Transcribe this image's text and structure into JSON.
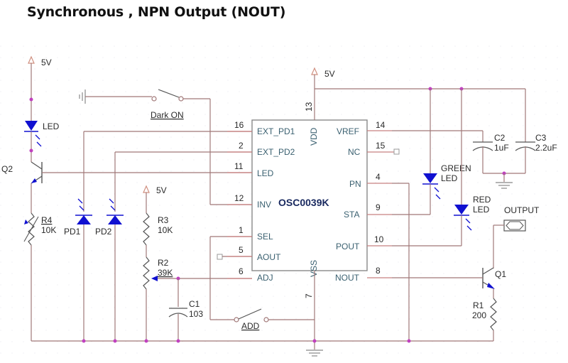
{
  "title": "Synchronous , NPN Output (NOUT)",
  "chip": {
    "name": "OSC0039K",
    "left_pins": [
      {
        "num": "16",
        "label": "EXT_PD1"
      },
      {
        "num": "2",
        "label": "EXT_PD2"
      },
      {
        "num": "11",
        "label": "LED"
      },
      {
        "num": "12",
        "label": "INV"
      },
      {
        "num": "1",
        "label": "SEL"
      },
      {
        "num": "5",
        "label": "AOUT"
      },
      {
        "num": "6",
        "label": "ADJ"
      }
    ],
    "right_pins": [
      {
        "num": "14",
        "label": "VREF"
      },
      {
        "num": "15",
        "label": "NC"
      },
      {
        "num": "4",
        "label": "PN"
      },
      {
        "num": "9",
        "label": "STA"
      },
      {
        "num": "10",
        "label": "POUT"
      },
      {
        "num": "8",
        "label": "NOUT"
      }
    ],
    "top_pin": {
      "num": "13",
      "label": "VDD"
    },
    "bottom_pin": {
      "num": "7",
      "label": "VSS"
    }
  },
  "components": {
    "supply_label": "5V",
    "led": "LED",
    "q2": "Q2",
    "r4": {
      "name": "R4",
      "value": "10K"
    },
    "pd1": "PD1",
    "pd2": "PD2",
    "r3": {
      "name": "R3",
      "value": "10K"
    },
    "r2": {
      "name": "R2",
      "value": "39K"
    },
    "c1": {
      "name": "C1",
      "value": "103"
    },
    "c2": {
      "name": "C2",
      "value": "1uF"
    },
    "c3": {
      "name": "C3",
      "value": "2.2uF"
    },
    "green_led": [
      "GREEN",
      "LED"
    ],
    "red_led": [
      "RED",
      "LED"
    ],
    "output": "OUTPUT",
    "q1": "Q1",
    "r1": {
      "name": "R1",
      "value": "200"
    },
    "switch_dark": "Dark ON",
    "switch_add": "ADD"
  },
  "colors": {
    "wire": "#a07878",
    "junction": "#c040c0",
    "diode": "#1010d0",
    "chip_text": "#1a2a60"
  }
}
